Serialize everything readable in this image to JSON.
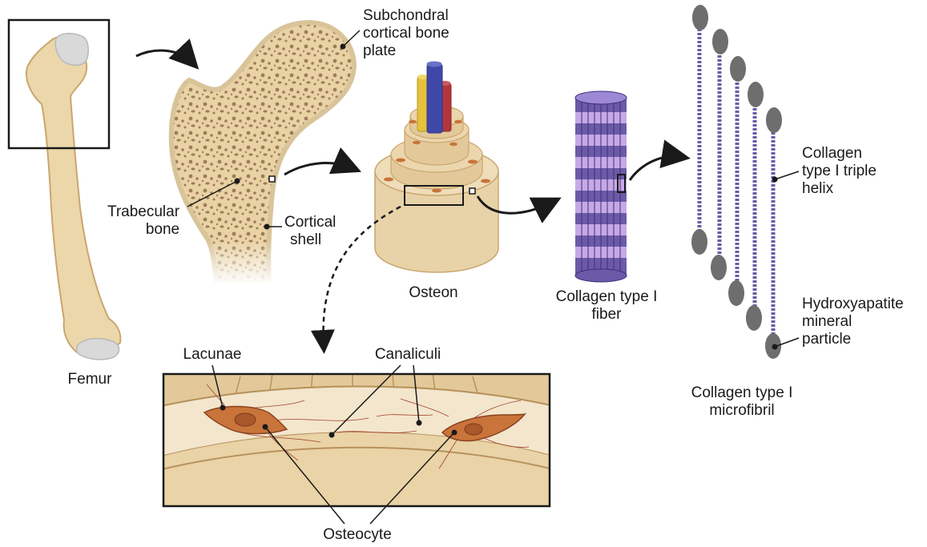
{
  "labels": {
    "femur": "Femur",
    "subchondral_1": "Subchondral",
    "subchondral_2": "cortical bone",
    "subchondral_3": "plate",
    "trabecular_1": "Trabecular",
    "trabecular_2": "bone",
    "cortical_1": "Cortical",
    "cortical_2": "shell",
    "osteon": "Osteon",
    "fiber_1": "Collagen type I",
    "fiber_2": "fiber",
    "helix_1": "Collagen",
    "helix_2": "type I triple",
    "helix_3": "helix",
    "hydroxy_1": "Hydroxyapatite",
    "hydroxy_2": "mineral",
    "hydroxy_3": "particle",
    "microfibril_1": "Collagen type I",
    "microfibril_2": "microfibril",
    "lacunae": "Lacunae",
    "canaliculi": "Canaliculi",
    "osteocyte": "Osteocyte"
  },
  "colors": {
    "bone": "#ecd7ab",
    "bone_dark": "#c9a66e",
    "trabecular": "#9d7d5a",
    "cartilage": "#d9d9d9",
    "vessel_blue": "#3f48a8",
    "vessel_red": "#b3363c",
    "nerve_yellow": "#e6c23a",
    "fiber_purple": "#6c5aa8",
    "fiber_light": "#c6a9e6",
    "particle_gray": "#6e6e6e",
    "osteocyte": "#c9743a"
  }
}
